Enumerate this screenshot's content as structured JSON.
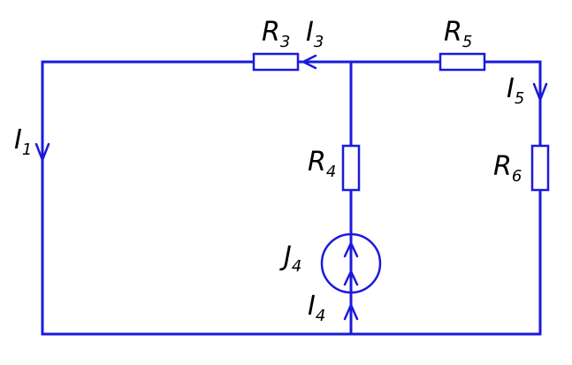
{
  "colors": {
    "wire": "#1a1adb",
    "label": "#000000",
    "background": "#ffffff"
  },
  "labels": {
    "I1": {
      "main": "I",
      "sub": "1"
    },
    "I3": {
      "main": "I",
      "sub": "3"
    },
    "I4": {
      "main": "I",
      "sub": "4"
    },
    "I5": {
      "main": "I",
      "sub": "5"
    },
    "R3": {
      "main": "R",
      "sub": "3"
    },
    "R4": {
      "main": "R",
      "sub": "4"
    },
    "R5": {
      "main": "R",
      "sub": "5"
    },
    "R6": {
      "main": "R",
      "sub": "6"
    },
    "J4": {
      "main": "J",
      "sub": "4"
    }
  }
}
